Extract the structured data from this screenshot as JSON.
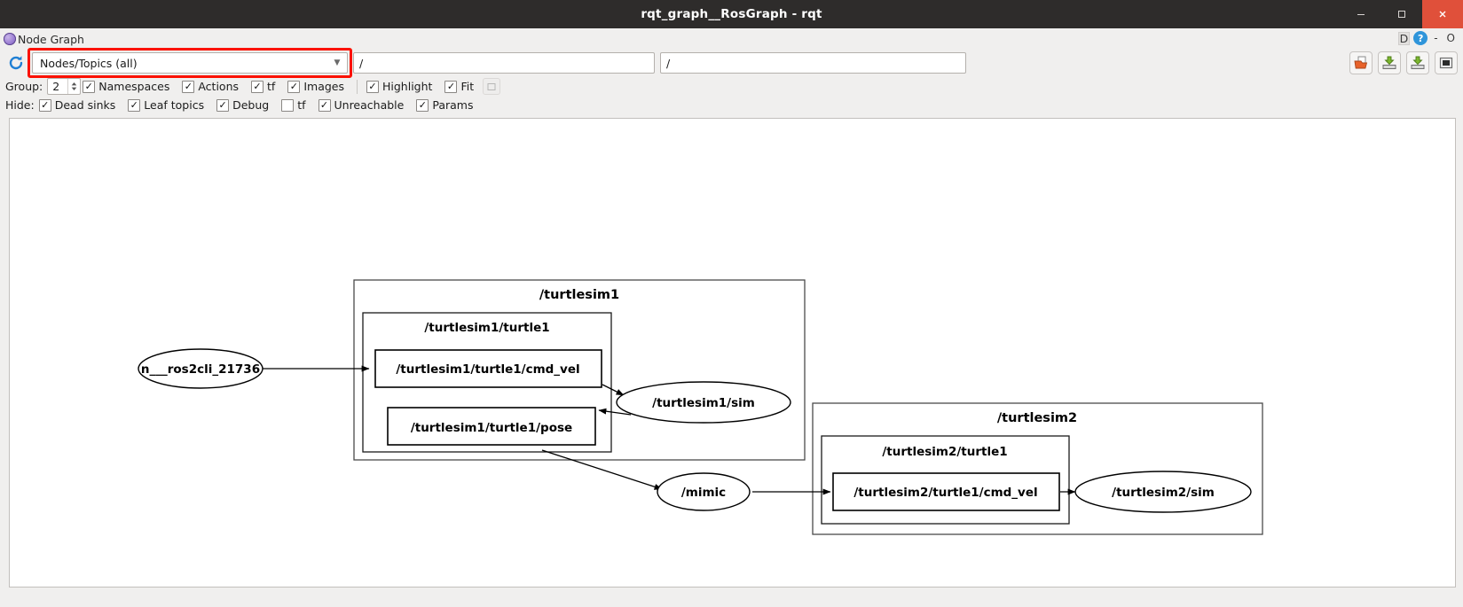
{
  "window": {
    "title": "rqt_graph__RosGraph - rqt",
    "buttons": {
      "minimize": "–",
      "maximize": "□",
      "close": "✕"
    }
  },
  "plugin": {
    "title": "Node Graph",
    "icon": "ros-logo-icon",
    "dock_label": "D",
    "help_label": "?",
    "minimize_label": "-",
    "close_label": "O"
  },
  "toolbar": {
    "refresh_icon": "refresh-icon",
    "graph_type": {
      "selected": "Nodes/Topics (all)",
      "arrow": "▼",
      "highlighted": true,
      "highlight_color": "#fb1100"
    },
    "filter_namespace": {
      "value": "/",
      "placeholder": "/"
    },
    "filter_topic": {
      "value": "/",
      "placeholder": "/"
    },
    "icons": [
      {
        "name": "load-dot-icon",
        "title": "Load Dot"
      },
      {
        "name": "save-dot-icon",
        "title": "Save Dot"
      },
      {
        "name": "save-image-icon",
        "title": "Save Image"
      },
      {
        "name": "fit-in-view-icon",
        "title": "Fit in View"
      }
    ]
  },
  "options": {
    "group_label": "Group:",
    "group_value": "2",
    "row1": [
      {
        "label": "Namespaces",
        "checked": true,
        "name": "namespaces"
      },
      {
        "label": "Actions",
        "checked": true,
        "name": "actions"
      },
      {
        "label": "tf",
        "checked": true,
        "name": "tf"
      },
      {
        "label": "Images",
        "checked": true,
        "name": "images"
      }
    ],
    "row1b": [
      {
        "label": "Highlight",
        "checked": true,
        "name": "highlight"
      },
      {
        "label": "Fit",
        "checked": true,
        "name": "fit"
      }
    ],
    "hide_label": "Hide:",
    "row2": [
      {
        "label": "Dead sinks",
        "checked": true,
        "name": "dead-sinks"
      },
      {
        "label": "Leaf topics",
        "checked": true,
        "name": "leaf-topics"
      },
      {
        "label": "Debug",
        "checked": true,
        "name": "debug"
      },
      {
        "label": "tf",
        "checked": false,
        "name": "hide-tf"
      },
      {
        "label": "Unreachable",
        "checked": true,
        "name": "unreachable"
      },
      {
        "label": "Params",
        "checked": true,
        "name": "params"
      }
    ],
    "check_glyph": "✓"
  },
  "graph": {
    "clusters": [
      {
        "name": "cluster-turtlesim1",
        "label": "/turtlesim1"
      },
      {
        "name": "cluster-turtlesim1-turtle1",
        "label": "/turtlesim1/turtle1"
      },
      {
        "name": "cluster-turtlesim2",
        "label": "/turtlesim2"
      },
      {
        "name": "cluster-turtlesim2-turtle1",
        "label": "/turtlesim2/turtle1"
      }
    ],
    "nodes": [
      {
        "name": "node-ros2cli",
        "label": "n___ros2cli_21736",
        "shape": "ellipse"
      },
      {
        "name": "node-turtlesim1-sim",
        "label": "/turtlesim1/sim",
        "shape": "ellipse"
      },
      {
        "name": "node-mimic",
        "label": "/mimic",
        "shape": "ellipse"
      },
      {
        "name": "node-turtlesim2-sim",
        "label": "/turtlesim2/sim",
        "shape": "ellipse"
      }
    ],
    "topics": [
      {
        "name": "topic-turtlesim1-turtle1-cmd-vel",
        "label": "/turtlesim1/turtle1/cmd_vel",
        "shape": "box"
      },
      {
        "name": "topic-turtlesim1-turtle1-pose",
        "label": "/turtlesim1/turtle1/pose",
        "shape": "box"
      },
      {
        "name": "topic-turtlesim2-turtle1-cmd-vel",
        "label": "/turtlesim2/turtle1/cmd_vel",
        "shape": "box"
      }
    ],
    "edges": [
      {
        "from": "n___ros2cli_21736",
        "to": "/turtlesim1/turtle1/cmd_vel"
      },
      {
        "from": "/turtlesim1/turtle1/cmd_vel",
        "to": "/turtlesim1/sim"
      },
      {
        "from": "/turtlesim1/sim",
        "to": "/turtlesim1/turtle1/pose"
      },
      {
        "from": "/turtlesim1/turtle1/pose",
        "to": "/mimic"
      },
      {
        "from": "/mimic",
        "to": "/turtlesim2/turtle1/cmd_vel"
      },
      {
        "from": "/turtlesim2/turtle1/cmd_vel",
        "to": "/turtlesim2/sim"
      }
    ]
  }
}
